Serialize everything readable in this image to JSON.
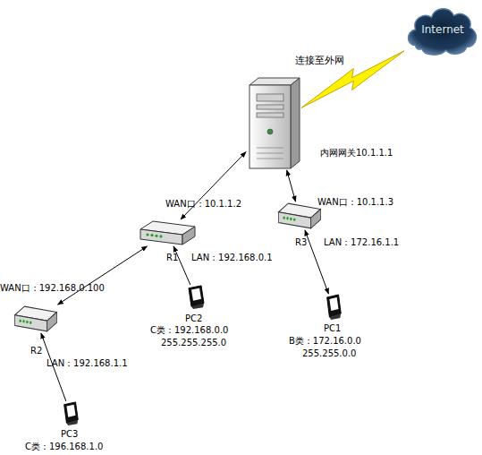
{
  "diagram": {
    "nodes": [
      {
        "text": [
          "Internet"
        ]
      },
      {
        "text": [
          "内网网关10.1.1.1"
        ]
      },
      {
        "text": [
          "WAN口：10.1.1.2",
          "R1",
          "LAN：192.168.0.1"
        ]
      },
      {
        "text": [
          "WAN口：10.1.1.3",
          "R3",
          "LAN：172.16.1.1"
        ]
      },
      {
        "text": [
          "WAN口：192.168.0.100",
          "R2",
          "LAN：192.168.1.1"
        ]
      },
      {
        "text": [
          "PC2",
          "C类：192.168.0.0",
          "255.255.255.0"
        ]
      },
      {
        "text": [
          "PC1",
          "B类：172.16.0.0",
          "255.255.0.0"
        ]
      },
      {
        "text": [
          "PC3",
          "C类：196.168.1.0"
        ]
      }
    ],
    "edges": [
      {
        "from": 1,
        "to": 0,
        "arrow": "none",
        "label": "连接至外网"
      },
      {
        "from": 1,
        "to": 2,
        "arrow": "both"
      },
      {
        "from": 1,
        "to": 3,
        "arrow": "both"
      },
      {
        "from": 2,
        "to": 4,
        "arrow": "both"
      },
      {
        "from": 5,
        "to": 2,
        "arrow": "to"
      },
      {
        "from": 6,
        "to": 3,
        "arrow": "both"
      },
      {
        "from": 7,
        "to": 4,
        "arrow": "to"
      }
    ]
  }
}
